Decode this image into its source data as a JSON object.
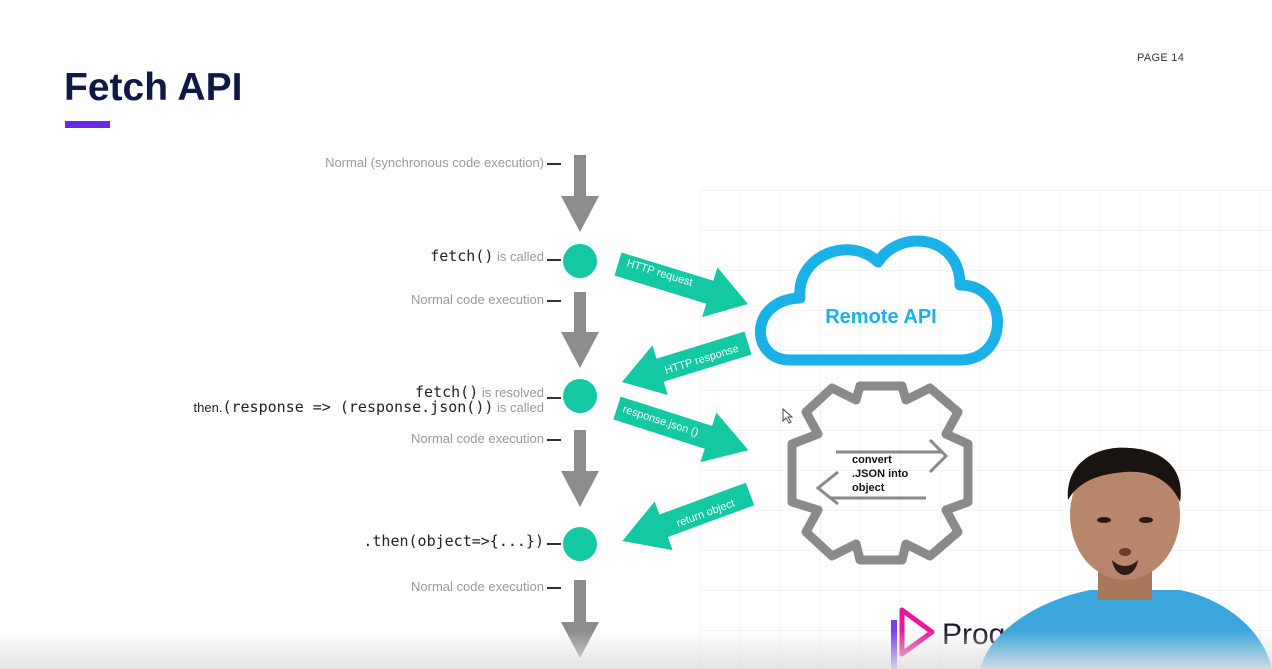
{
  "page": {
    "number_label": "PAGE 14"
  },
  "title": "Fetch API",
  "flow": {
    "step1": "Normal (synchronous code execution)",
    "step2_code": "fetch()",
    "step2_suffix": "is called",
    "step3": "Normal code execution",
    "step4_code": "fetch()",
    "step4_suffix": "is resolved",
    "step5_prefix": "then.",
    "step5_code": "(response => (response.json())",
    "step5_suffix": "is called",
    "step6": "Normal code execution",
    "step7_code": ".then(object=>{...})",
    "step8": "Normal code execution"
  },
  "arrows": {
    "http_request": "HTTP request",
    "http_response": "HTTP response",
    "response_json": "response.json ()",
    "return_object": "return object"
  },
  "cloud": {
    "label": "Remote API"
  },
  "gear": {
    "line1": "convert",
    "line2": ".JSON into",
    "line3": "object"
  },
  "brand": {
    "partial_name": "Prog"
  },
  "colors": {
    "title": "#0f1a44",
    "accent_bar": "#6a28e8",
    "teal": "#14c8a4",
    "cloud": "#1ab0e8",
    "gray_arrow": "#8c8c8c",
    "gear": "#8a8a8a"
  },
  "icons": [
    "down-arrow-icon",
    "teal-node-icon",
    "cloud-icon",
    "gear-icon",
    "cursor-icon",
    "brand-logo-icon"
  ]
}
